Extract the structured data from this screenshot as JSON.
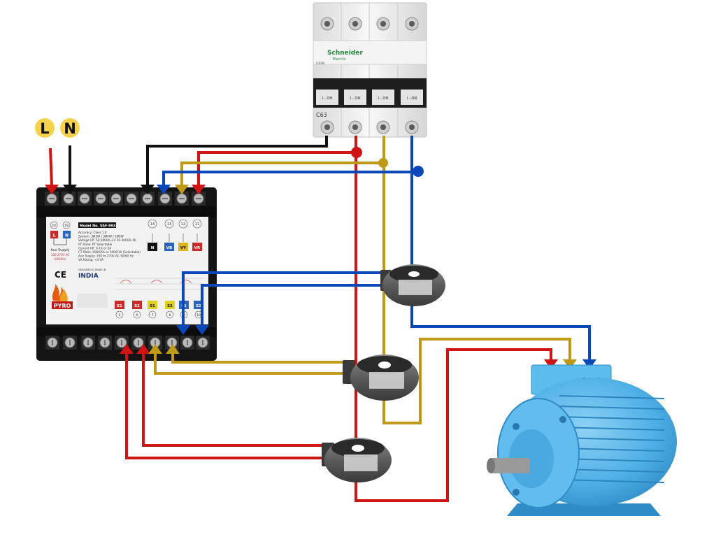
{
  "supply": {
    "line_label": "L",
    "neutral_label": "N"
  },
  "breaker": {
    "brand": "Schneider",
    "brand_sub": "Electric",
    "rating": "C63",
    "series": "iC60N",
    "pole_labels": [
      "I - ON",
      "I - ON",
      "I - ON",
      "I - ON"
    ]
  },
  "meter": {
    "model": "Model No. VAF-9933",
    "spec_lines": [
      "Accuracy: Class 1.0",
      "System: 3Ø3W / 3Ø4W / 1Ø2W",
      "Voltage I/P: 50-500V(L-L)/ 20-300V(L-N)",
      "PT Ratio: PT Selectable",
      "Current I/P: 0-1A or 5A",
      "CT Ratio: 5000/5A or 5000/1A (Selectable)",
      "Aux Supply: 100 to 270V AC 50/60 Hz",
      "VA Rating: <4 VA"
    ],
    "made_in": "DESIGNED & MADE IN",
    "country": "INDIA",
    "brand": "PYRO",
    "aux_supply_label": "Aux Supply",
    "aux_range": "100-270V AC",
    "aux_freq": "50/60Hz",
    "ce_mark": "CE",
    "aux_terminals": [
      {
        "num": "20",
        "label": "L"
      },
      {
        "num": "19",
        "label": "N"
      }
    ],
    "voltage_terminals": [
      {
        "num": "14",
        "label": "N"
      },
      {
        "num": "13",
        "label": "VB"
      },
      {
        "num": "12",
        "label": "VY"
      },
      {
        "num": "11",
        "label": "VR"
      }
    ],
    "current_terminals": [
      {
        "label": "S1",
        "num": "5"
      },
      {
        "label": "S2",
        "num": "6"
      },
      {
        "label": "S1",
        "num": "7"
      },
      {
        "label": "S2",
        "num": "8"
      },
      {
        "label": "S1",
        "num": "9"
      },
      {
        "label": "S2",
        "num": "10"
      }
    ]
  },
  "colors": {
    "red": "#d01414",
    "yellow": "#bf9a18",
    "blue": "#0a47b8",
    "black": "#111111",
    "motor": "#4fb0e6",
    "supply_badge": "#f5d24a"
  }
}
